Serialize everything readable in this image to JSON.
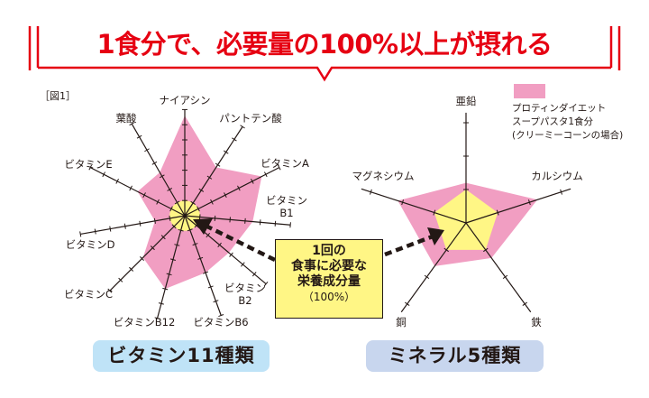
{
  "title": "1食分で、必要量の100%以上が摂れる",
  "figure_label": "［図1］",
  "colors": {
    "accent": "#e60012",
    "product": "#f19ec2",
    "requirement": "#fff685",
    "vitamin_pill": "#bfe3f7",
    "mineral_pill": "#c8d6ee"
  },
  "callout": {
    "lines": [
      "1回の",
      "食事に必要な",
      "栄養成分量"
    ],
    "percent": "（100%）"
  },
  "legend": {
    "label": "プロティンダイエット\nスープパスタ1食分\n(クリーミーコーンの場合)"
  },
  "pills": {
    "vitamin": "ビタミン11種類",
    "mineral": "ミネラル5種類"
  },
  "chart_data": [
    {
      "type": "radar",
      "title": "ビタミン11種類",
      "axes": [
        "ナイアシン",
        "パントテン酸",
        "ビタミンA",
        "ビタミン\nB1",
        "ビタミン\nB2",
        "ビタミンB6",
        "ビタミンB12",
        "ビタミンC",
        "ビタミンD",
        "ビタミンE",
        "葉酸"
      ],
      "unit": "multiple of required amount per meal (1 = 100%)",
      "rmax": 7,
      "series": [
        {
          "name": "プロティンダイエット スープパスタ1食分 (クリーミーコーンの場合)",
          "values": [
            6.6,
            3.8,
            5.7,
            4.5,
            3.8,
            4.0,
            5.0,
            3.9,
            2.0,
            3.5,
            3.3
          ]
        },
        {
          "name": "1回の食事に必要な栄養成分量 (100%)",
          "values": [
            1,
            1,
            1,
            1,
            1,
            1,
            1,
            1,
            1,
            1,
            1
          ]
        }
      ]
    },
    {
      "type": "radar",
      "title": "ミネラル5種類",
      "axes": [
        "亜鉛",
        "カルシウム",
        "鉄",
        "銅",
        "マグネシウム"
      ],
      "unit": "multiple of required amount per meal (1 = 100%)",
      "rmax": 3.3,
      "series": [
        {
          "name": "プロティンダイエット スープパスタ1食分 (クリーミーコーンの場合)",
          "values": [
            1.2,
            2.25,
            1.3,
            1.6,
            2.15
          ]
        },
        {
          "name": "1回の食事に必要な栄養成分量 (100%)",
          "values": [
            1,
            1,
            1,
            1,
            1
          ]
        }
      ]
    }
  ]
}
